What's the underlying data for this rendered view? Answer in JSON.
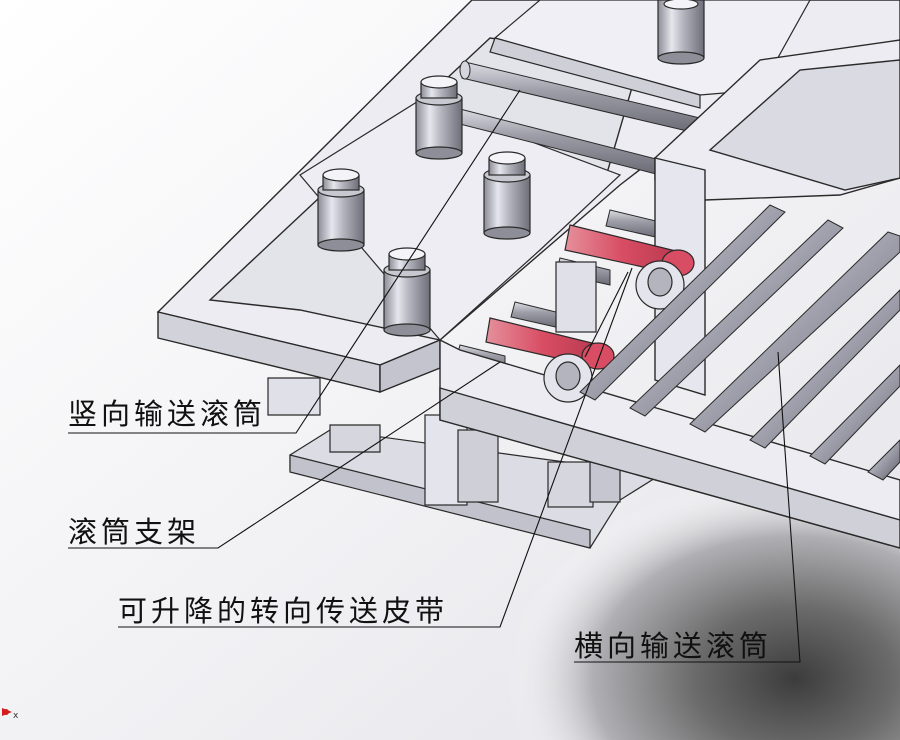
{
  "labels": {
    "vertical_roller": "竖向输送滚筒",
    "roller_bracket": "滚筒支架",
    "lifting_belt": "可升降的转向传送皮带",
    "horizontal_roller": "横向输送滚筒"
  },
  "colors": {
    "frame_face": "#e9e9f0",
    "frame_edge": "#2a2a2a",
    "belt": "#d9576b",
    "roller": "#b9b9c4",
    "floor_shadow": "#6d6d6d"
  },
  "icons": {
    "axis_triad": "axis-triad-icon"
  }
}
